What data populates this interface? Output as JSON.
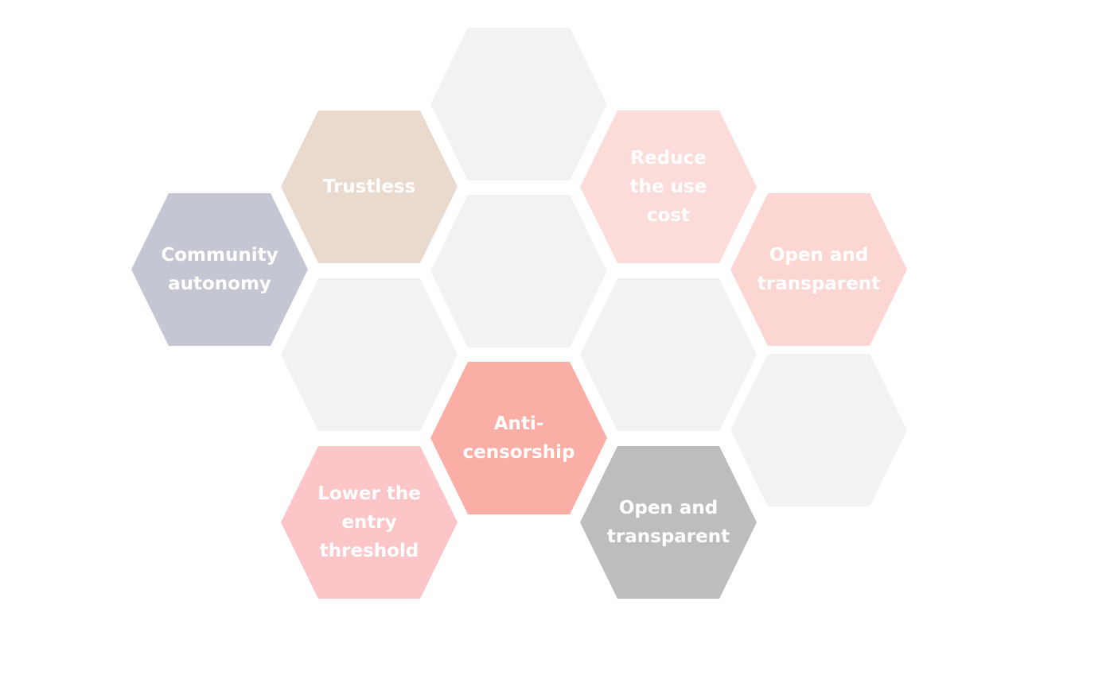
{
  "diagram": {
    "hexagons": [
      {
        "id": "top-center",
        "label": "",
        "color": "#f2f2f2"
      },
      {
        "id": "trustless",
        "label": "Trustless",
        "color": "#ead9cd"
      },
      {
        "id": "reduce-use-cost",
        "label": "Reduce\nthe use\ncost",
        "color": "#fcdcda"
      },
      {
        "id": "community-autonomy",
        "label": "Community\nautonomy",
        "color": "#c4c7d1"
      },
      {
        "id": "center",
        "label": "",
        "color": "#f2f2f2"
      },
      {
        "id": "open-transparent-right",
        "label": "Open and\ntransparent",
        "color": "#fcd6d2"
      },
      {
        "id": "left-lower",
        "label": "",
        "color": "#f2f2f2"
      },
      {
        "id": "right-lower",
        "label": "",
        "color": "#f2f2f2"
      },
      {
        "id": "far-right-lower",
        "label": "",
        "color": "#f2f2f2"
      },
      {
        "id": "anti-censorship",
        "label": "Anti-\ncensorship",
        "color": "#fbaea6"
      },
      {
        "id": "lower-entry-threshold",
        "label": "Lower the\nentry\nthreshold",
        "color": "#fcc5c7"
      },
      {
        "id": "open-transparent-bottom",
        "label": "Open and\ntransparent",
        "color": "#bdbdbd"
      }
    ]
  }
}
